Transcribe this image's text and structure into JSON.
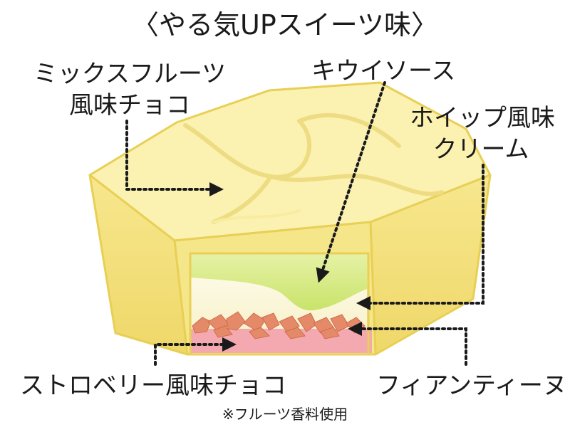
{
  "title": "〈やる気UPスイーツ味〉",
  "labels": {
    "mix_chocolate": {
      "line1": "ミックスフルーツ",
      "line2": "風味チョコ"
    },
    "kiwi_sauce": "キウイソース",
    "whipped_cream": {
      "line1": "ホイップ風味",
      "line2": "クリーム"
    },
    "strawberry_chocolate": "ストロベリー風味チョコ",
    "feuilletine": "フィアンティーヌ"
  },
  "footnote": "※フルーツ香料使用",
  "colors": {
    "chocolate_top": "#fbf2b4",
    "chocolate_side": "#f2e07a",
    "chocolate_edge": "#e8cf55",
    "kiwi_sauce": "#d3ea7a",
    "cream": "#fdfbe6",
    "strawberry": "#f4a9b0",
    "crumbs": "#e58a68",
    "text": "#1a1a1a"
  }
}
